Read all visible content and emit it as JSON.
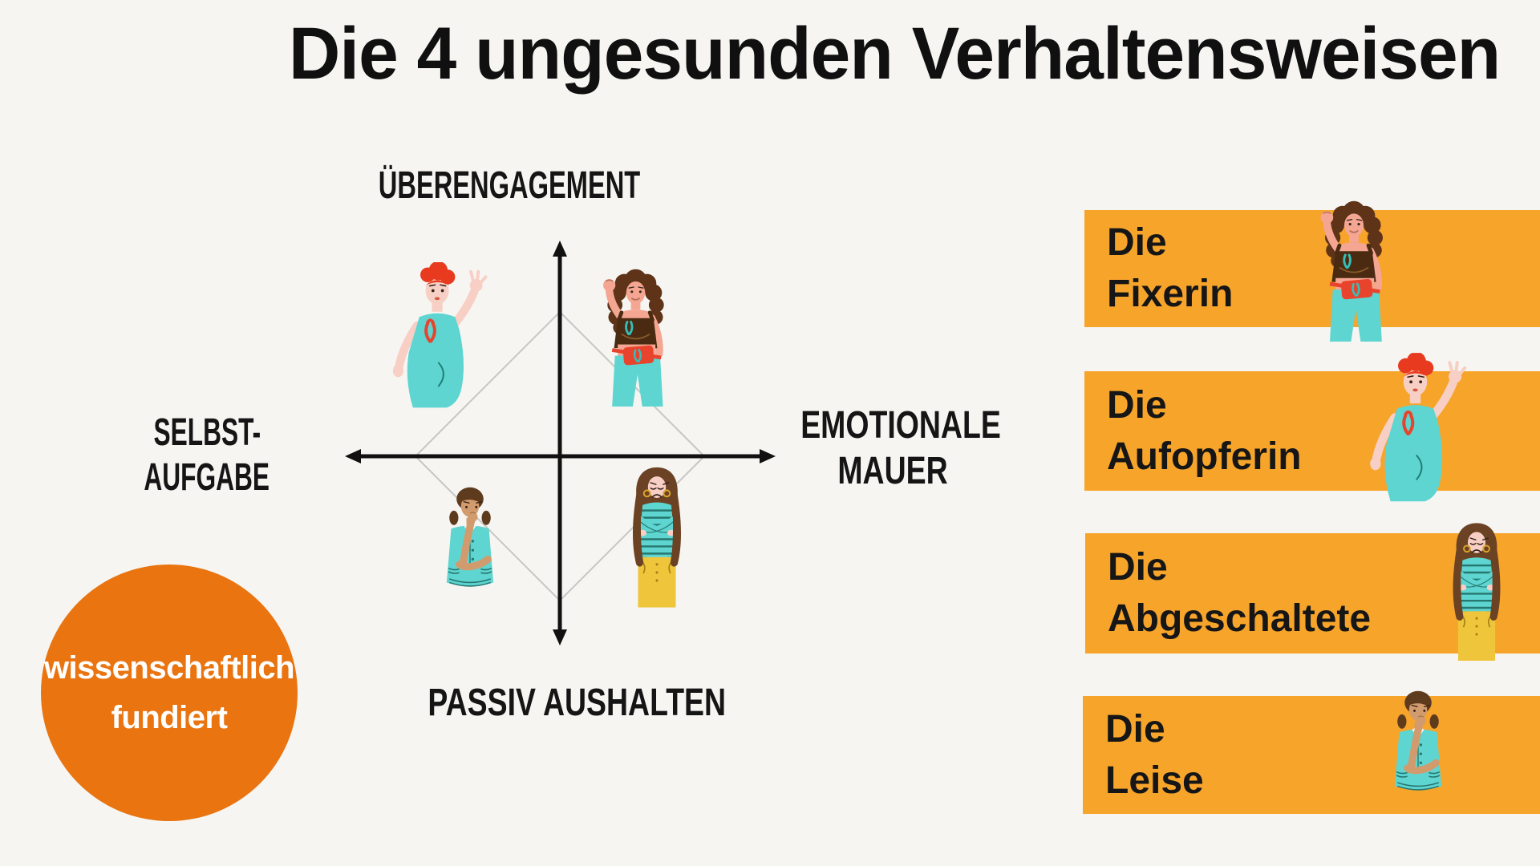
{
  "title": "Die 4 ungesunden Verhaltensweisen",
  "quadrant": {
    "top_label": "ÜBERENGAGEMENT",
    "bottom_label": "PASSIV AUSHALTEN",
    "left_label_line1": "SELBST-",
    "left_label_line2": "AUFGABE",
    "right_label_line1": "EMOTIONALE",
    "right_label_line2": "MAUER"
  },
  "badge": {
    "line1": "wissenschaftlich",
    "line2": "fundiert",
    "background_color": "#E97410",
    "text_color": "#FFFFFF"
  },
  "list": {
    "bar_color": "#F7A42B",
    "items": [
      {
        "article": "Die",
        "name": "Fixerin",
        "figure": "fixerin-illustration"
      },
      {
        "article": "Die",
        "name": "Aufopferin",
        "figure": "aufopferin-illustration"
      },
      {
        "article": "Die",
        "name": "Abgeschaltete",
        "figure": "abgeschaltete-illustration"
      },
      {
        "article": "Die",
        "name": "Leise",
        "figure": "leise-illustration"
      }
    ]
  },
  "colors": {
    "background": "#F6F5F2",
    "text": "#111111",
    "axis": "#111111",
    "diamond_outline": "#C8C6C3",
    "teal_clothing": "#5ED5D0",
    "red_accent": "#E8432C",
    "yellow_pants": "#EFC53C"
  }
}
